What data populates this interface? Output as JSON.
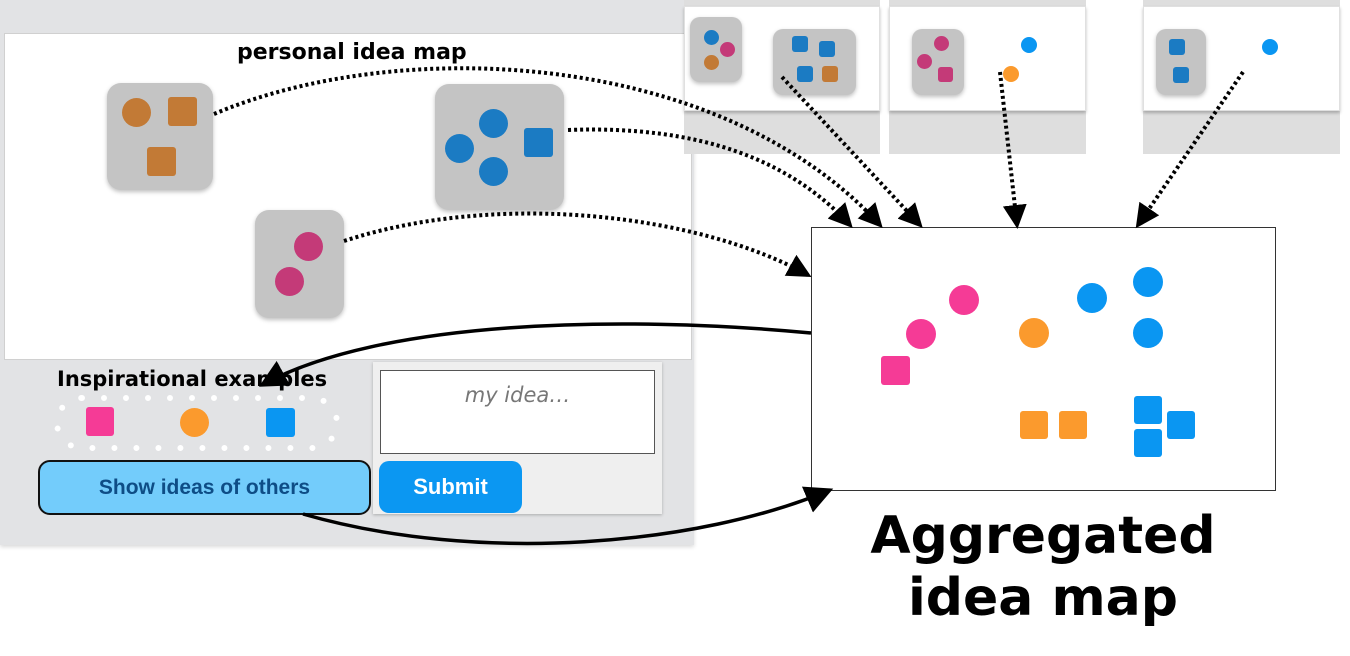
{
  "personal_map": {
    "title": "personal idea map"
  },
  "inspiration": {
    "title": "Inspirational examples"
  },
  "idea_input": {
    "placeholder": "my idea…"
  },
  "buttons": {
    "show_others": "Show ideas of others",
    "submit": "Submit"
  },
  "aggregated": {
    "label_line1": "Aggregated",
    "label_line2": "idea map"
  },
  "colors": {
    "pink": "#f53b96",
    "orange": "#fb9a2d",
    "blue": "#0a96f2",
    "dark_orange": "#c27a36",
    "dark_blue": "#1b7bc3",
    "dark_pink": "#c43a78",
    "group_gray": "#c4c4c4"
  }
}
